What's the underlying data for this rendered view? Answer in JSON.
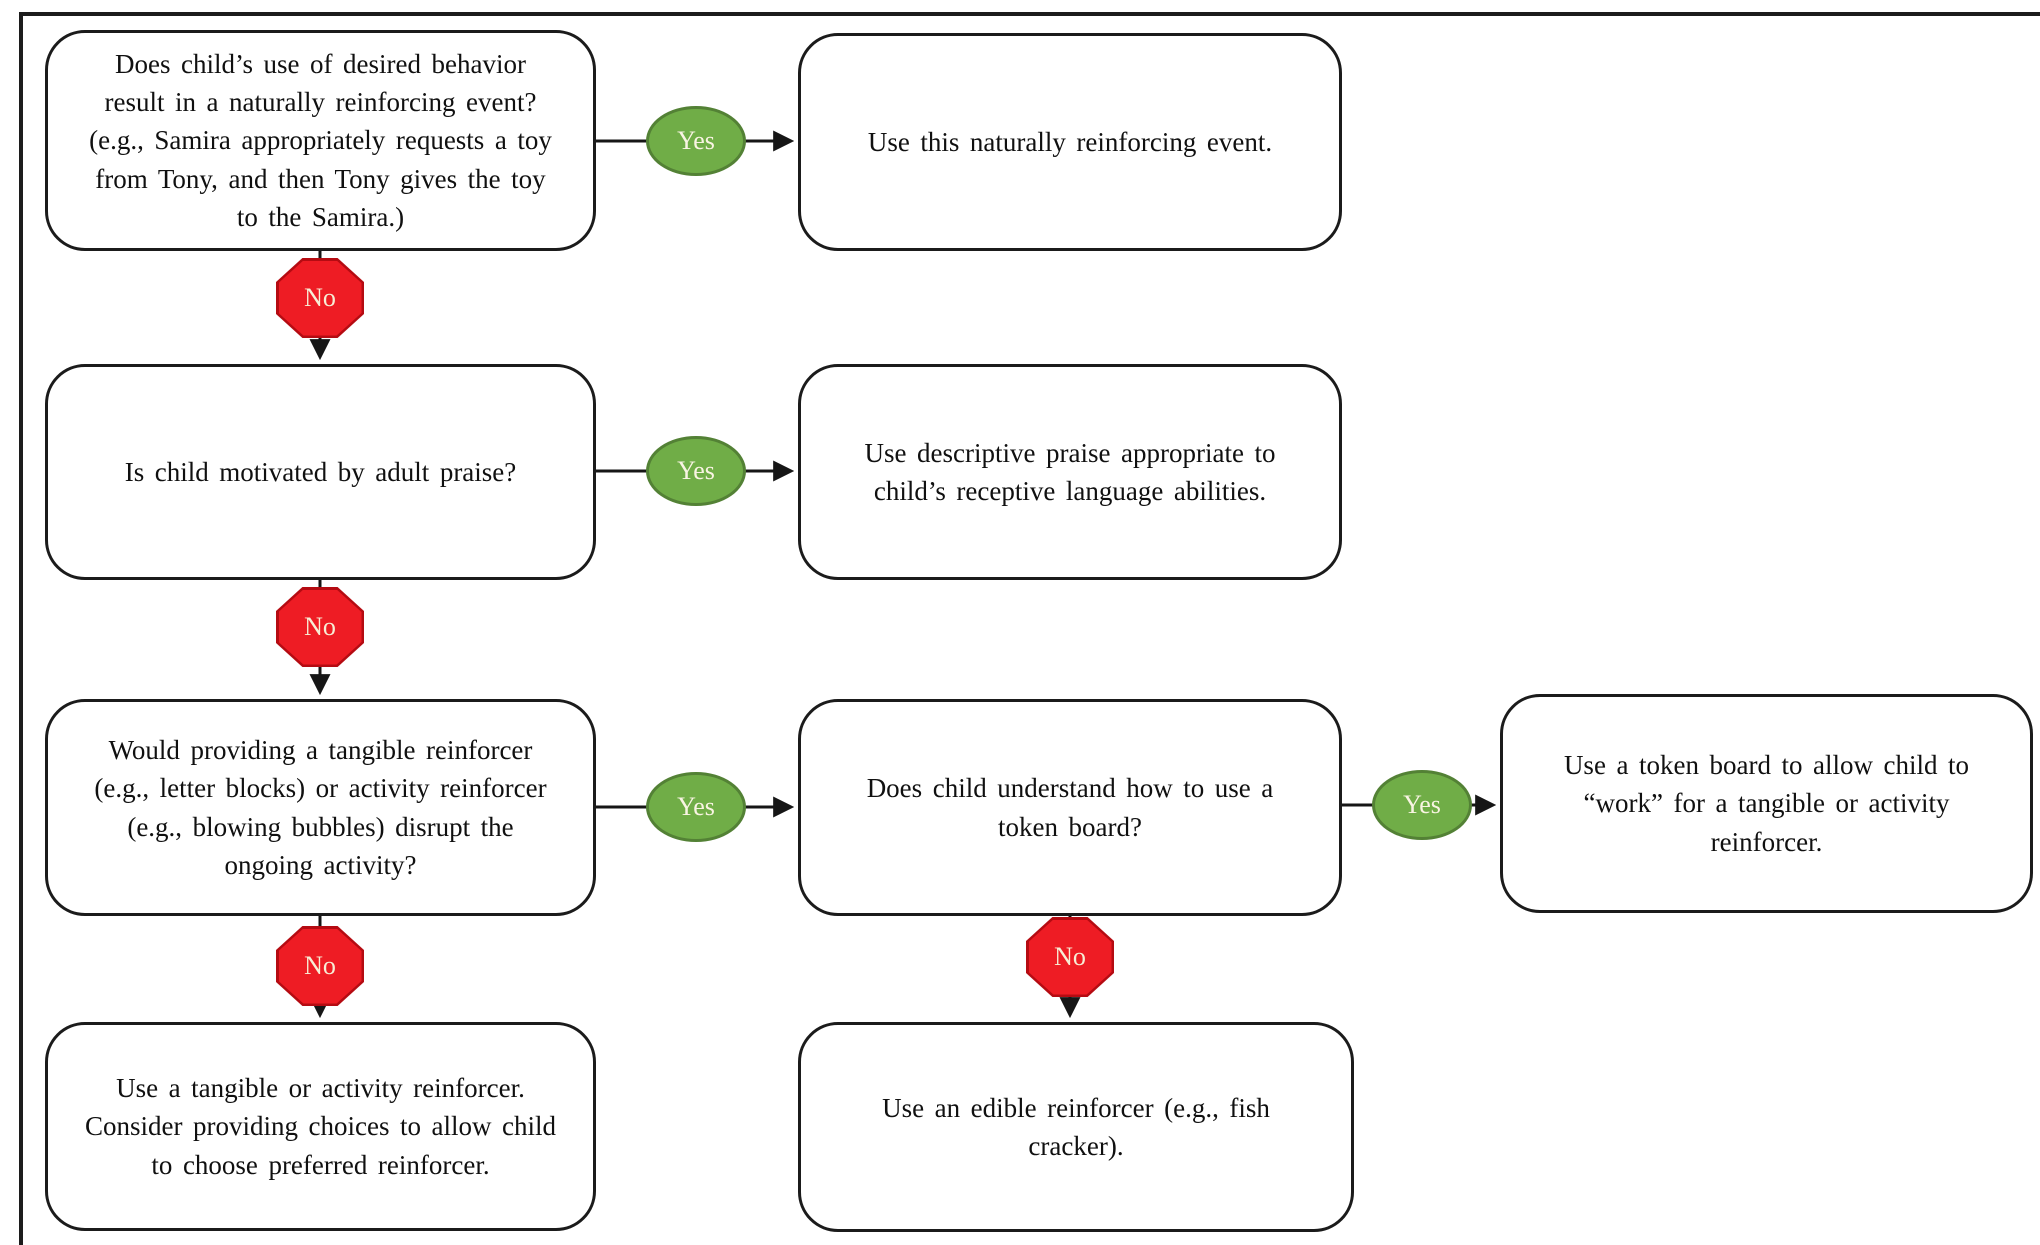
{
  "diagram": {
    "type": "flowchart",
    "labels": {
      "yes": "Yes",
      "no": "No"
    },
    "colors": {
      "yes_fill": "#70ad47",
      "yes_border": "#538135",
      "no_fill": "#ee1c24",
      "no_border": "#b50b12",
      "node_fill": "#ffffff",
      "node_border": "#1b1b1b",
      "text": "#101010"
    },
    "nodes": {
      "q1": {
        "text": "Does child’s use of desired behavior result in a naturally reinforcing event? (e.g., Samira appropriately requests a toy from Tony, and then Tony gives the toy to the Samira.)"
      },
      "a1": {
        "text": "Use this naturally reinforcing event."
      },
      "q2": {
        "text": "Is child motivated by adult praise?"
      },
      "a2": {
        "text": "Use descriptive praise appropriate to child’s receptive language abilities."
      },
      "q3": {
        "text": "Would providing a tangible reinforcer (e.g., letter blocks) or activity reinforcer (e.g., blowing bubbles) disrupt the ongoing activity?"
      },
      "q4": {
        "text": "Does child understand how to use a token board?"
      },
      "a3": {
        "text": "Use a token board to allow child to “work” for a tangible or activity reinforcer."
      },
      "a4": {
        "text": "Use a tangible or activity reinforcer. Consider providing choices to allow child to choose preferred reinforcer."
      },
      "a5": {
        "text": "Use an edible reinforcer (e.g., fish cracker)."
      }
    },
    "edges": [
      {
        "from": "q1",
        "to": "a1",
        "label": "Yes"
      },
      {
        "from": "q1",
        "to": "q2",
        "label": "No"
      },
      {
        "from": "q2",
        "to": "a2",
        "label": "Yes"
      },
      {
        "from": "q2",
        "to": "q3",
        "label": "No"
      },
      {
        "from": "q3",
        "to": "q4",
        "label": "Yes"
      },
      {
        "from": "q3",
        "to": "a4",
        "label": "No"
      },
      {
        "from": "q4",
        "to": "a3",
        "label": "Yes"
      },
      {
        "from": "q4",
        "to": "a5",
        "label": "No"
      }
    ]
  }
}
